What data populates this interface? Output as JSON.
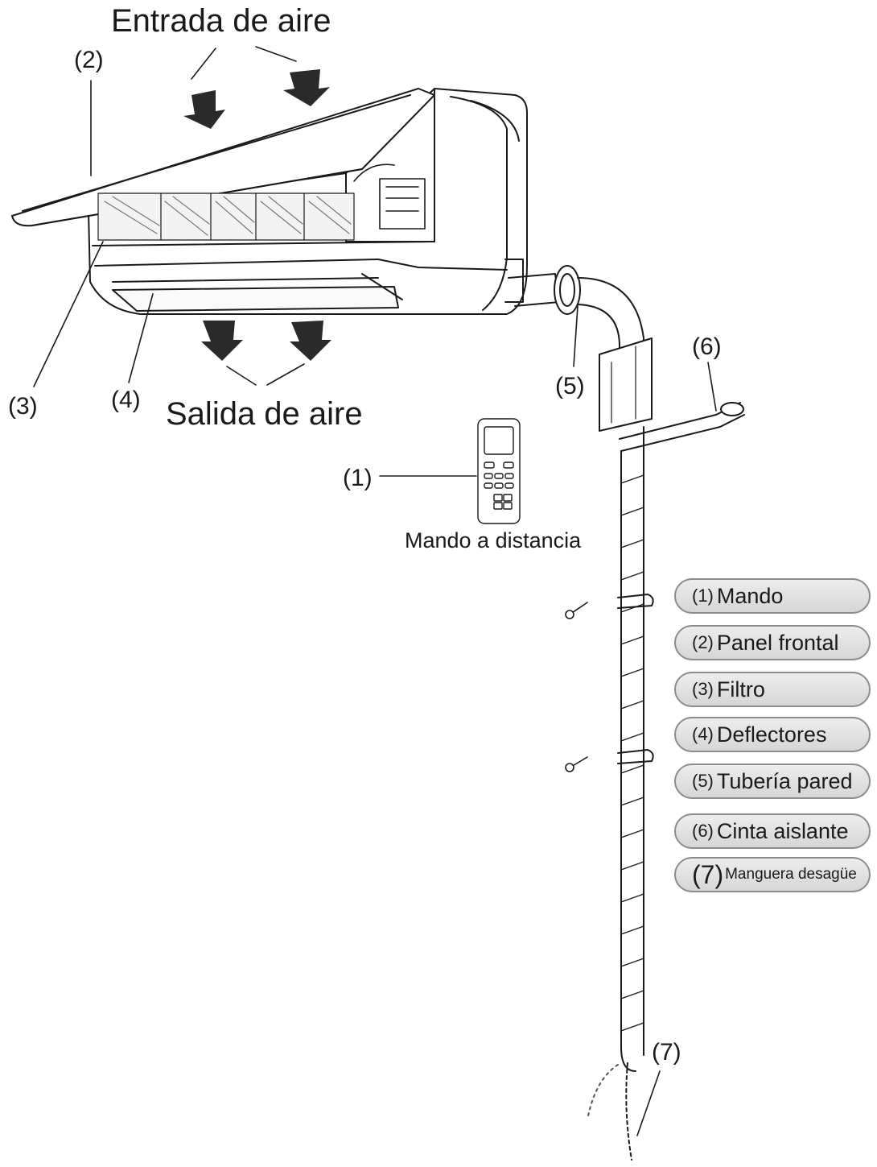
{
  "labels": {
    "air_inlet": "Entrada de aire",
    "air_outlet": "Salida de aire",
    "remote_caption": "Mando a distancia",
    "callouts": {
      "c1": "(1)",
      "c2": "(2)",
      "c3": "(3)",
      "c4": "(4)",
      "c5": "(5)",
      "c6": "(6)",
      "c7": "(7)"
    }
  },
  "legend": [
    {
      "num": "(1)",
      "text": "Mando"
    },
    {
      "num": "(2)",
      "text": "Panel frontal"
    },
    {
      "num": "(3)",
      "text": "Filtro"
    },
    {
      "num": "(4)",
      "text": "Deflectores"
    },
    {
      "num": "(5)",
      "text": "Tubería pared"
    },
    {
      "num": "(6)",
      "text": "Cinta aislante"
    },
    {
      "num": "(7)",
      "text": "Manguera desagüe"
    }
  ],
  "colors": {
    "line": "#1a1a1a",
    "arrow": "#2a2a2a",
    "pill_fill": "#e2e2e2",
    "pill_border": "#8c8c8c"
  }
}
